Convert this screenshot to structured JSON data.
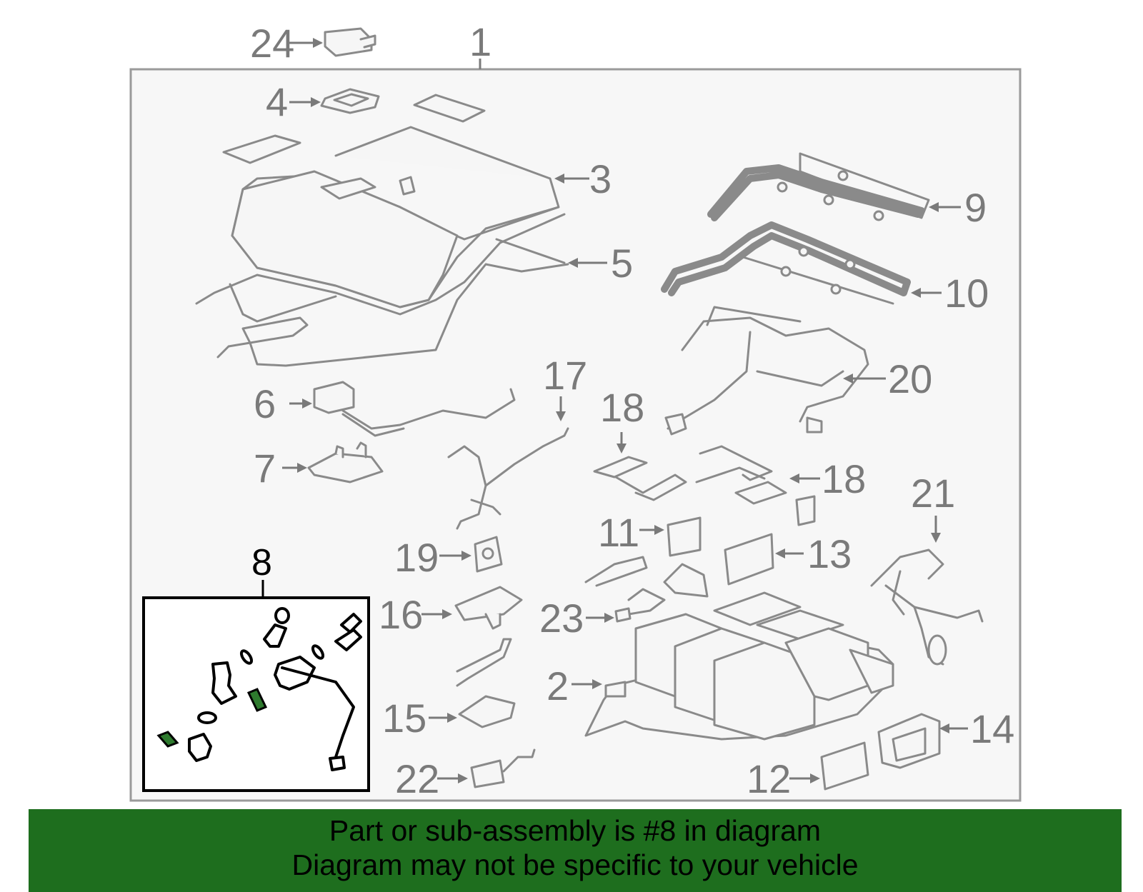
{
  "callouts": {
    "c1": "1",
    "c2": "2",
    "c3": "3",
    "c4": "4",
    "c5": "5",
    "c6": "6",
    "c7": "7",
    "c8": "8",
    "c9": "9",
    "c10": "10",
    "c11": "11",
    "c12": "12",
    "c13": "13",
    "c14": "14",
    "c15": "15",
    "c16": "16",
    "c17": "17",
    "c18a": "18",
    "c18b": "18",
    "c19": "19",
    "c20": "20",
    "c21": "21",
    "c22": "22",
    "c23": "23",
    "c24": "24"
  },
  "banner": {
    "line1": "Part or sub-assembly is #8 in diagram",
    "line2": "Diagram may not be specific to your vehicle"
  },
  "colors": {
    "banner_bg": "#1e6e1e",
    "highlight": "#2e7a2e",
    "part_stroke": "#8a8a8a"
  }
}
